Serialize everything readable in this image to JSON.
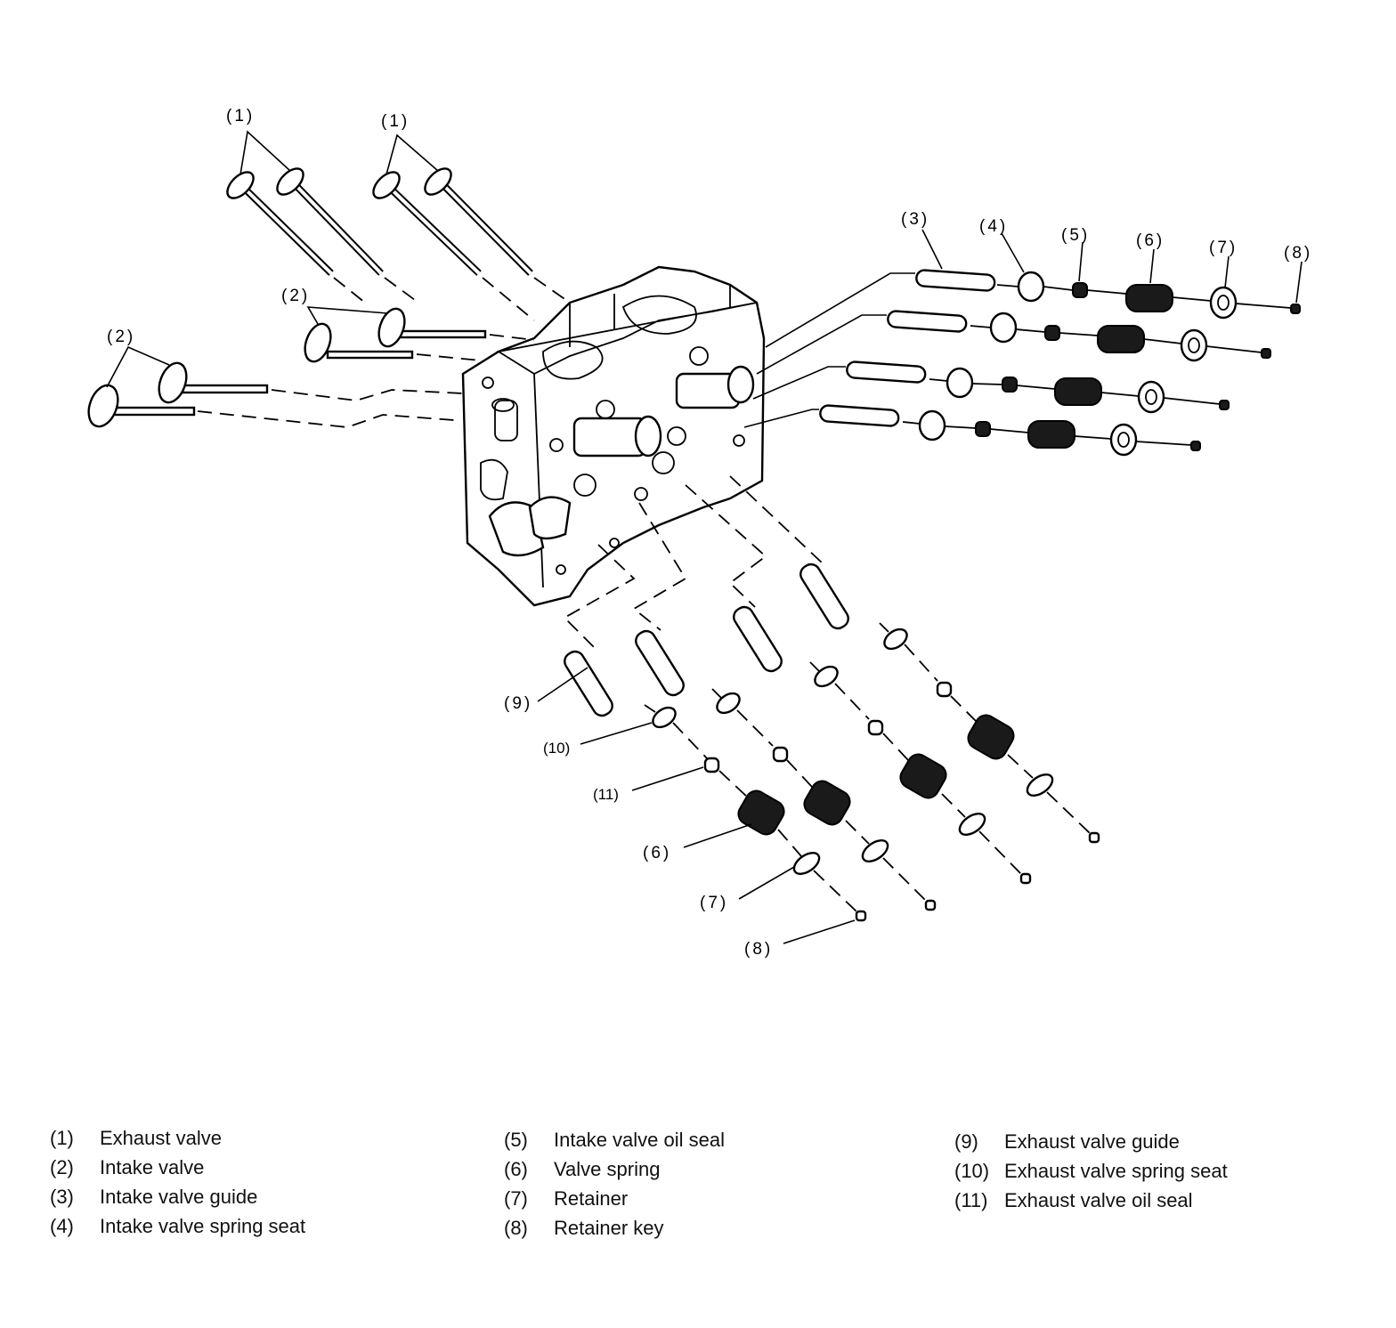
{
  "callouts": {
    "c1a": "(1)",
    "c1b": "(1)",
    "c2a": "(2)",
    "c2b": "(2)",
    "c3": "(3)",
    "c4": "(4)",
    "c5": "(5)",
    "c6": "(6)",
    "c7": "(7)",
    "c8": "(8)",
    "c9": "(9)",
    "c10": "(10)",
    "c11": "(11)",
    "c6b": "(6)",
    "c7b": "(7)",
    "c8b": "(8)"
  },
  "legend": {
    "col1": [
      {
        "num": "(1)",
        "label": "Exhaust valve"
      },
      {
        "num": "(2)",
        "label": "Intake valve"
      },
      {
        "num": "(3)",
        "label": "Intake valve guide"
      },
      {
        "num": "(4)",
        "label": "Intake valve spring seat"
      }
    ],
    "col2": [
      {
        "num": "(5)",
        "label": "Intake valve oil seal"
      },
      {
        "num": "(6)",
        "label": "Valve spring"
      },
      {
        "num": "(7)",
        "label": "Retainer"
      },
      {
        "num": "(8)",
        "label": "Retainer key"
      }
    ],
    "col3": [
      {
        "num": "(9)",
        "label": "Exhaust valve guide"
      },
      {
        "num": "(10)",
        "label": "Exhaust valve spring seat"
      },
      {
        "num": "(11)",
        "label": "Exhaust valve oil seal"
      }
    ]
  }
}
